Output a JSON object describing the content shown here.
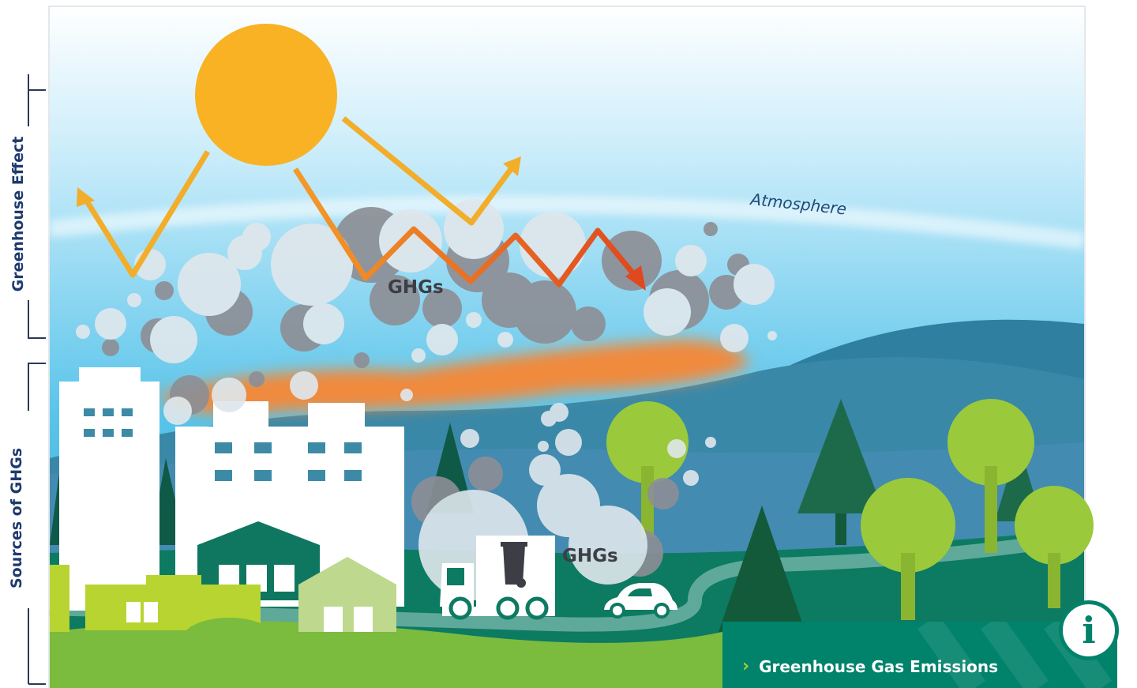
{
  "side_labels": {
    "greenhouse_effect": "Greenhouse Effect",
    "sources": "Sources of GHGs"
  },
  "labels": {
    "atmosphere": "Atmosphere",
    "ghg_cloud": "GHGs",
    "ghg_traffic": "GHGs"
  },
  "info": {
    "link_chevron": "›",
    "link_text": "Greenhouse Gas Emissions",
    "button_glyph": "i"
  },
  "colors": {
    "sun": "#f8b224",
    "outgoing_ray": "#f2ad2a",
    "trapped_ray": "#e0491e",
    "panel": "#00826b",
    "side_label": "#1e3a6e"
  },
  "icons": [
    "sun-icon",
    "garbage-truck-icon",
    "car-icon",
    "info-icon",
    "chevron-right-icon"
  ]
}
